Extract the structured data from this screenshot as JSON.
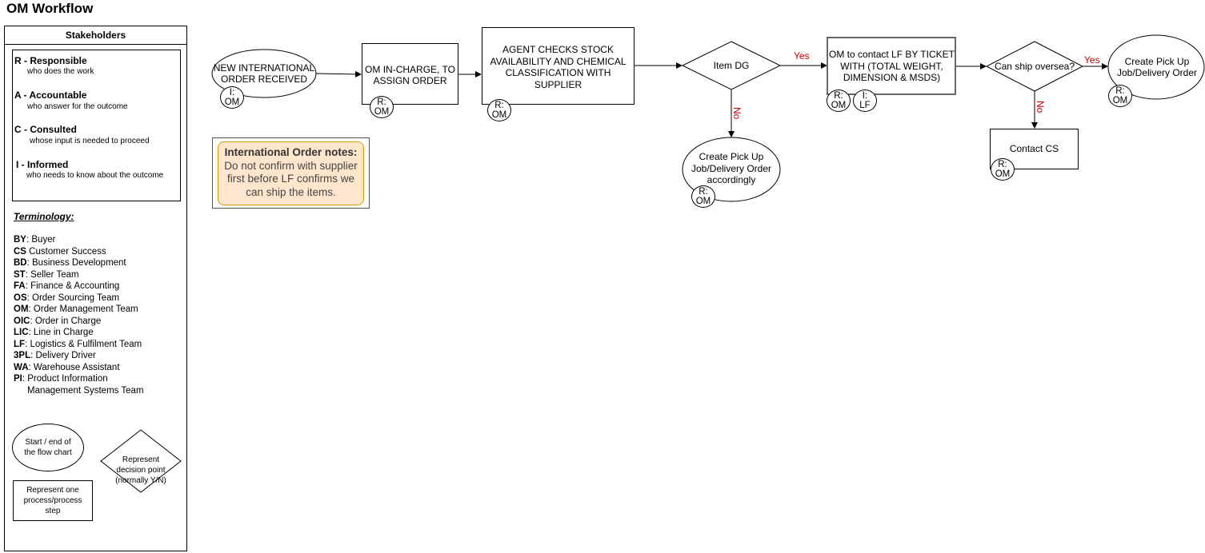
{
  "title": "OM Workflow",
  "legend": {
    "header": "Stakeholders",
    "raci": [
      {
        "term": "R - Responsible",
        "desc": "who does the work"
      },
      {
        "term": "A - Accountable",
        "desc": "who answer for the outcome"
      },
      {
        "term": "C - Consulted",
        "desc": "whose input is needed to proceed"
      },
      {
        "term": "I - Informed",
        "desc": "who needs to know about the outcome"
      }
    ],
    "terminology_title": "Terminology:",
    "terminology": [
      {
        "abbr": "BY",
        "text": ": Buyer"
      },
      {
        "abbr": "CS",
        "text": " Customer Success"
      },
      {
        "abbr": "BD",
        "text": ": Business Development"
      },
      {
        "abbr": "ST",
        "text": ": Seller Team"
      },
      {
        "abbr": "FA",
        "text": ": Finance & Accounting"
      },
      {
        "abbr": "OS",
        "text": ": Order Sourcing Team"
      },
      {
        "abbr": "OM",
        "text": ": Order Management Team"
      },
      {
        "abbr": "OIC",
        "text": ": Order in Charge"
      },
      {
        "abbr": "LIC",
        "text": ": Line in Charge"
      },
      {
        "abbr": "LF",
        "text": ": Logistics & Fulfilment Team"
      },
      {
        "abbr": "3PL",
        "text": ": Delivery Driver"
      },
      {
        "abbr": "WA",
        "text": ": Warehouse Assistant"
      },
      {
        "abbr": "PI",
        "text": ": Product Information"
      }
    ],
    "terminology_continuation": "Management Systems Team",
    "shape_start_end": "Start / end of the flow chart",
    "shape_process": "Represent one process/process step",
    "shape_decision": "Represent decision point (normally Y/N)"
  },
  "nodes": {
    "start": "NEW INTERNATIONAL ORDER RECEIVED",
    "assign": "OM IN-CHARGE, TO ASSIGN ORDER",
    "agent_check": "AGENT CHECKS STOCK AVAILABILITY AND CHEMICAL CLASSIFICATION WITH SUPPLIER",
    "item_dg": "Item DG",
    "create_pickup_local": "Create Pick Up Job/Delivery Order accordingly",
    "contact_lf": "OM to contact LF BY TICKET WITH (TOTAL WEIGHT, DIMENSION & MSDS)",
    "can_ship": "Can ship oversea?",
    "contact_cs": "Contact CS",
    "create_pickup_final": "Create Pick Up Job/Delivery Order"
  },
  "badges": {
    "start": {
      "role": "I:",
      "team": "OM"
    },
    "assign": {
      "role": "R:",
      "team": "OM"
    },
    "agent_check": {
      "role": "R:",
      "team": "OM"
    },
    "create_pickup_local": {
      "role": "R:",
      "team": "OM"
    },
    "contact_lf_r": {
      "role": "R:",
      "team": "OM"
    },
    "contact_lf_i": {
      "role": "I:",
      "team": "LF"
    },
    "contact_cs": {
      "role": "R:",
      "team": "OM"
    },
    "create_pickup_final": {
      "role": "R:",
      "team": "OM"
    }
  },
  "edge_labels": {
    "dg_yes": "Yes",
    "dg_no": "No",
    "ship_yes": "Yes",
    "ship_no": "No"
  },
  "note": {
    "title": "International Order notes:",
    "body": "Do not confirm with supplier first before LF confirms we can ship the items."
  },
  "colors": {
    "edge_label": "#d10000",
    "note_fill": "#ffe6cc",
    "note_border": "#d79b00"
  }
}
